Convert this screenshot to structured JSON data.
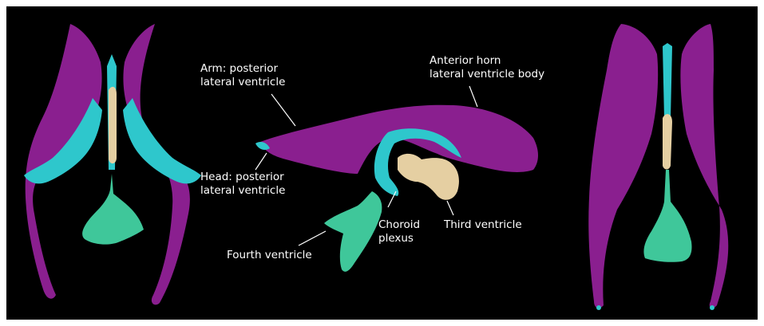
{
  "colors": {
    "lateral_ventricle": "#8a1f8f",
    "lateral_ventricle_dark": "#5e1263",
    "choroid_plexus": "#2ec7cc",
    "third_ventricle": "#e5cfa2",
    "fourth_ventricle": "#3fc79a",
    "background": "#000000",
    "label_text": "#ffffff"
  },
  "labels": {
    "arm_posterior": "Arm: posterior\nlateral ventricle",
    "anterior_horn": "Anterior horn\nlateral ventricle body",
    "head_posterior": "Head: posterior\nlateral ventricle",
    "choroid_plexus": "Choroid\nplexus",
    "third_ventricle": "Third ventricle",
    "fourth_ventricle": "Fourth ventricle"
  }
}
